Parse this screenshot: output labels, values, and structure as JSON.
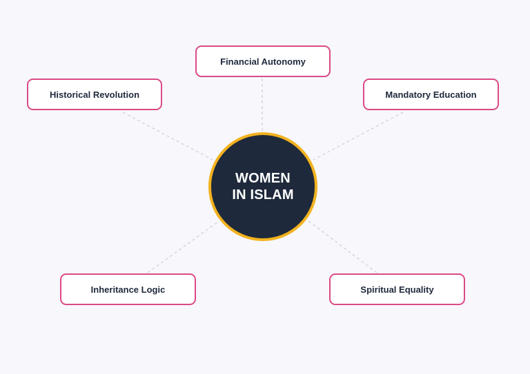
{
  "hub": {
    "title_line1": "WOMEN",
    "title_line2": "IN ISLAM"
  },
  "nodes": [
    {
      "id": "financial-autonomy",
      "label": "Financial Autonomy"
    },
    {
      "id": "historical-revolution",
      "label": "Historical Revolution"
    },
    {
      "id": "mandatory-education",
      "label": "Mandatory Education"
    },
    {
      "id": "inheritance-logic",
      "label": "Inheritance Logic"
    },
    {
      "id": "spiritual-equality",
      "label": "Spiritual Equality"
    }
  ],
  "colors": {
    "background": "#f7f7fc",
    "hub_fill": "#1e293b",
    "hub_border": "#f2b21f",
    "node_border": "#db4a86",
    "node_text": "#1e293b",
    "connector": "#d3d6df"
  }
}
